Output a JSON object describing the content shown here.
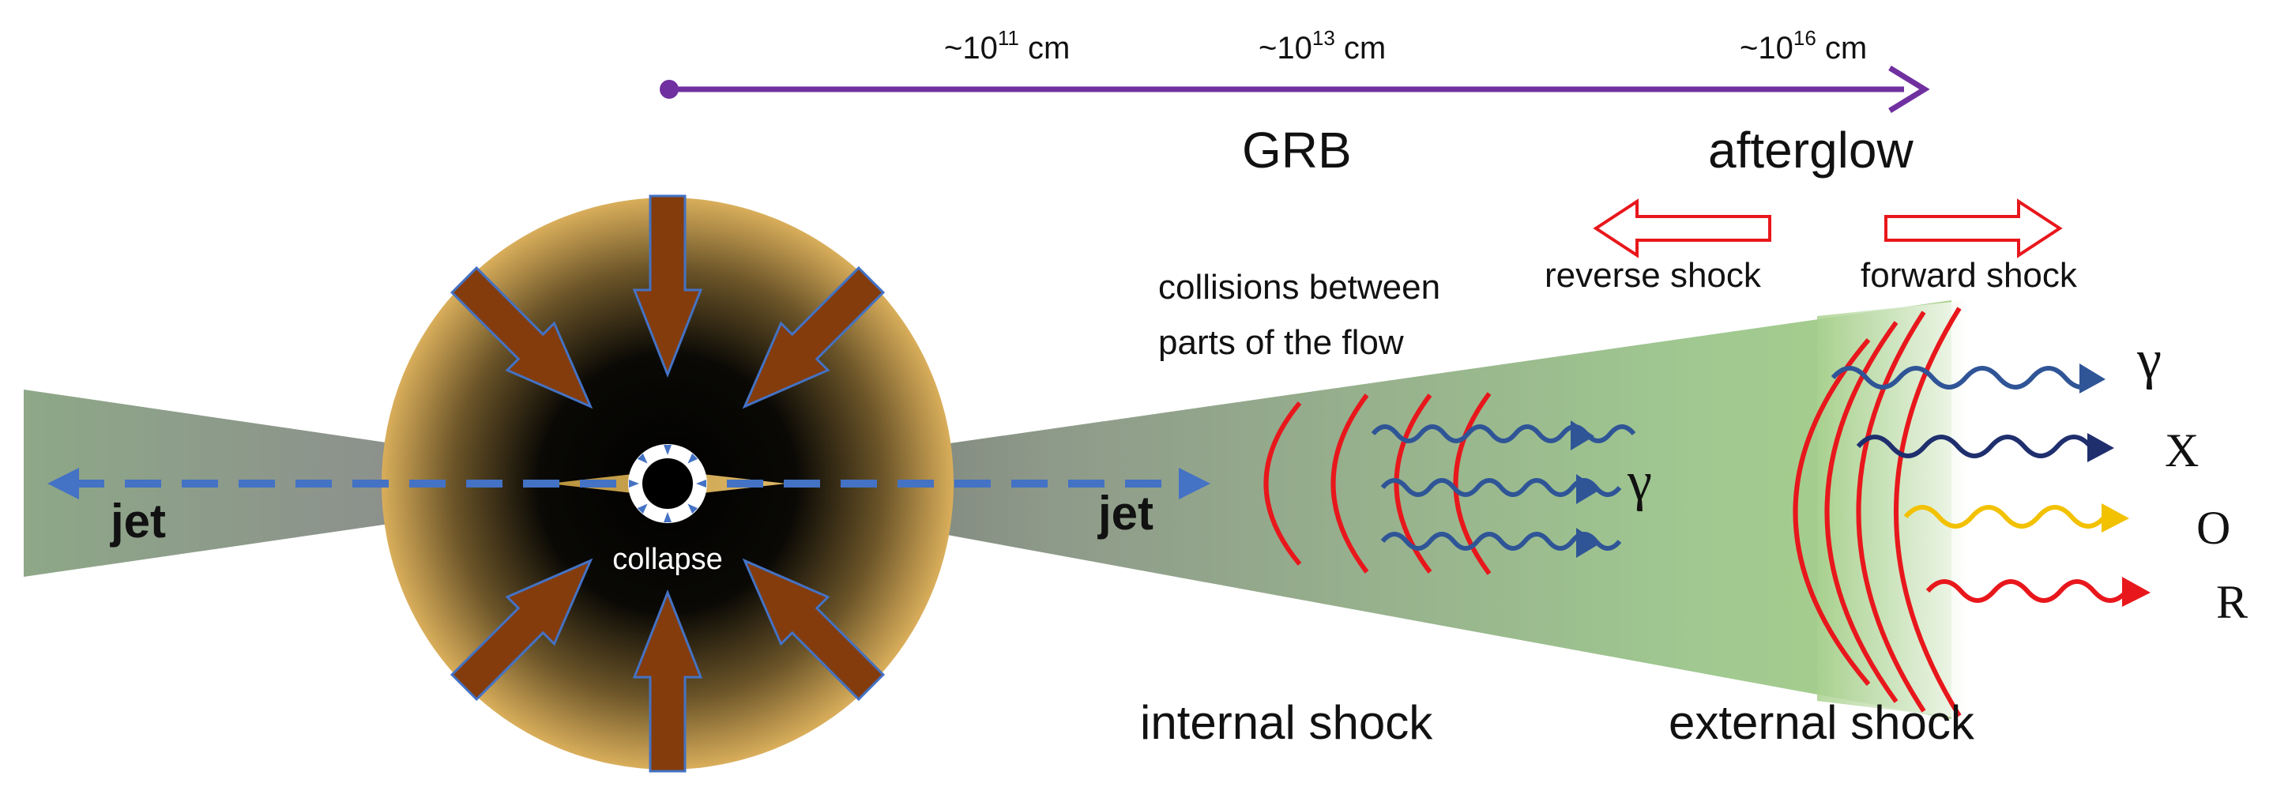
{
  "scale": {
    "marks": [
      {
        "base": "~10",
        "exp": "11",
        "unit": " cm"
      },
      {
        "base": "~10",
        "exp": "13",
        "unit": " cm"
      },
      {
        "base": "~10",
        "exp": "16",
        "unit": " cm"
      }
    ]
  },
  "phases": {
    "grb": "GRB",
    "afterglow": "afterglow"
  },
  "shocks": {
    "reverse": "reverse shock",
    "forward": "forward shock",
    "internal": "internal shock",
    "external": "external shock"
  },
  "labels": {
    "collisions_line1": "collisions between",
    "collisions_line2": "parts of the flow",
    "jet_left": "jet",
    "jet_right": "jet",
    "collapse": "collapse"
  },
  "emission": {
    "gamma_internal": "γ",
    "bands": [
      {
        "label": "γ",
        "color": "#2F5597"
      },
      {
        "label": "X",
        "color": "#1F2F6E"
      },
      {
        "label": "O",
        "color": "#F2C100"
      },
      {
        "label": "R",
        "color": "#E8171C"
      }
    ]
  },
  "colors": {
    "scale_axis": "#7030A0",
    "jet_arrow": "#4472C4",
    "infall_arrow": "#843C0C",
    "shock_front": "#E8171C",
    "outflow": "#A9D18E",
    "star_rim": "#D9AE5B",
    "star_core": "#000000"
  }
}
